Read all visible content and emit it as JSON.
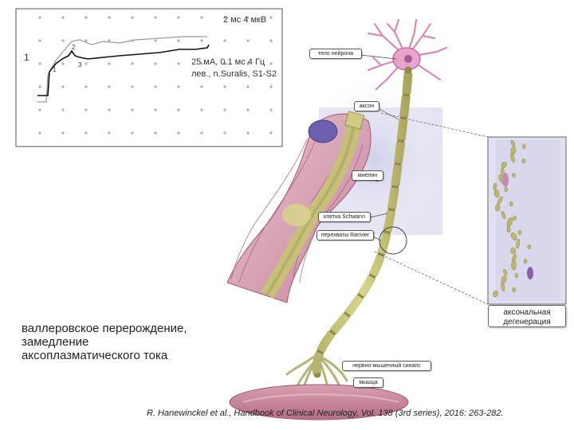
{
  "emg": {
    "header": "2 мс   4 мкВ",
    "marker_left": "1",
    "marker_small_1": "1",
    "marker_small_2": "2",
    "marker_small_3": "3",
    "params_line1": "25 мА, 0.1 мс 4 Гц",
    "params_line2": "лев., n.Suralis, S1-S2"
  },
  "labels": {
    "neuron_body": "тело нейрона",
    "axon": "аксон",
    "myelin": "миелин",
    "schwann": "клетка Schwann",
    "ranvier": "перехваты Ranvier",
    "synapse": "нервно-мышечный синапс",
    "muscle": "мышца",
    "degeneration_line1": "аксональная",
    "degeneration_line2": "дегенерация"
  },
  "caption": {
    "line1": "валлеровское перерождение,",
    "line2": "замедление",
    "line3": "аксоплазматического тока"
  },
  "citation": "R. Hanewinckel et al., Handbook of Clinical Neurology, Vol. 138 (3rd series), 2016: 263-282."
}
